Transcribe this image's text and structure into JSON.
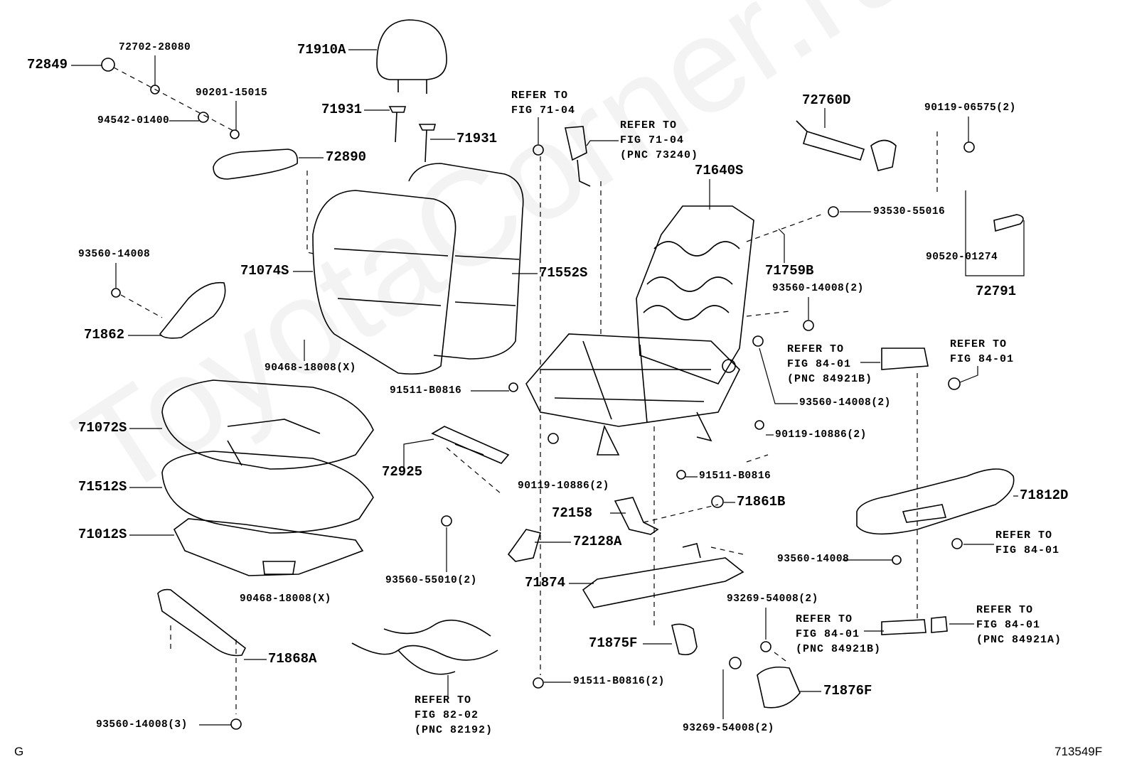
{
  "watermark": "ToyotaCorner.ru",
  "labels": {
    "p72849": "72849",
    "p72702": "72702-28080",
    "p90201": "90201-15015",
    "p94542": "94542-01400",
    "p72890": "72890",
    "p71910A": "71910A",
    "p71931a": "71931",
    "p71931b": "71931",
    "p93560a": "93560-14008",
    "p71074S": "71074S",
    "p71552S": "71552S",
    "p71862": "71862",
    "p90468a": "90468-18008(X)",
    "p71072S": "71072S",
    "p71512S": "71512S",
    "p71012S": "71012S",
    "p72925": "72925",
    "p91511a": "91511-B0816",
    "p90468b": "90468-18008(X)",
    "p71868A": "71868A",
    "p93560b": "93560-14008(3)",
    "p93560c": "93560-55010(2)",
    "p71640S": "71640S",
    "p72760D": "72760D",
    "p90119a": "90119-06575(2)",
    "p93530": "93530-55016",
    "p71759B": "71759B",
    "p90520": "90520-01274",
    "p72791": "72791",
    "p93560d": "93560-14008(2)",
    "p93560e": "93560-14008(2)",
    "p90119b": "90119-10886(2)",
    "p91511b": "91511-B0816",
    "p90119c": "90119-10886(2)",
    "p71861B": "71861B",
    "p71812D": "71812D",
    "p72158": "72158",
    "p72128A": "72128A",
    "p93560f": "93560-14008",
    "p71874": "71874",
    "p93269a": "93269-54008(2)",
    "p71875F": "71875F",
    "p91511c": "91511-B0816(2)",
    "p71876F": "71876F",
    "p93269b": "93269-54008(2)"
  },
  "refs": {
    "r1": [
      "REFER TO",
      "FIG 71-04"
    ],
    "r2": [
      "REFER TO",
      "FIG 71-04",
      "(PNC 73240)"
    ],
    "r3": [
      "REFER TO",
      "FIG 84-01",
      "(PNC 84921B)"
    ],
    "r4": [
      "REFER TO",
      "FIG 84-01"
    ],
    "r5": [
      "REFER TO",
      "FIG 84-01"
    ],
    "r6": [
      "REFER TO",
      "FIG 84-01",
      "(PNC 84921B)"
    ],
    "r7": [
      "REFER TO",
      "FIG 84-01",
      "(PNC 84921A)"
    ],
    "r8": [
      "REFER TO",
      "FIG 82-02",
      "(PNC 82192)"
    ]
  },
  "footer": {
    "left": "G",
    "right": "713549F"
  }
}
